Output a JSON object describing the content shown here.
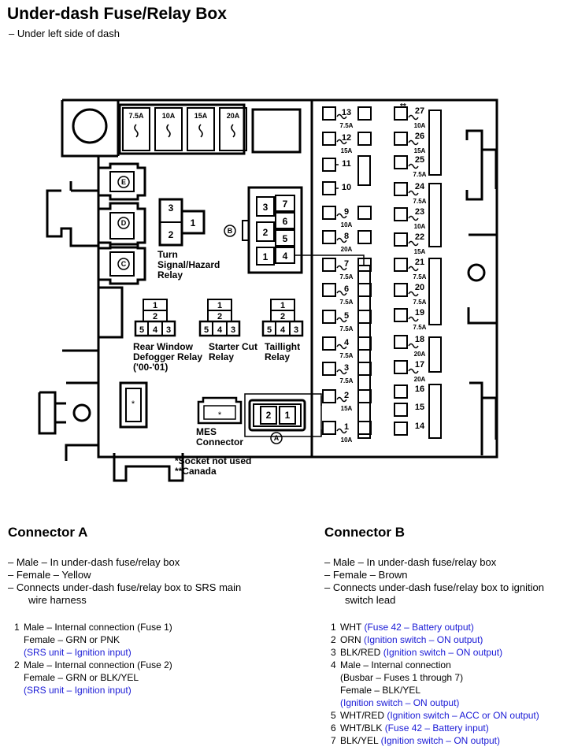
{
  "title": "Under-dash Fuse/Relay Box",
  "subtitle": "– Under left side of dash",
  "top_fuses": [
    "7.5A",
    "10A",
    "15A",
    "20A"
  ],
  "relays": {
    "turn_signal": [
      "Turn",
      "Signal/Hazard",
      "Relay"
    ],
    "rear_window": [
      "Rear Window",
      "Defogger Relay",
      "('00-'01)"
    ],
    "starter_cut": [
      "Starter Cut",
      "Relay"
    ],
    "taillight": [
      "Taillight",
      "Relay"
    ],
    "mes": [
      "MES",
      "Connector"
    ]
  },
  "markers": {
    "a": "A",
    "b": "B",
    "c": "C",
    "d": "D",
    "e": "E"
  },
  "notes": [
    "*Socket not used",
    "**Canada"
  ],
  "star": "*",
  "dstar": "**",
  "fuses_left": [
    {
      "num": "13",
      "amp": "7.5A"
    },
    {
      "num": "12",
      "amp": "15A"
    },
    {
      "num": "11",
      "amp": ""
    },
    {
      "num": "10",
      "amp": ""
    },
    {
      "num": "9",
      "amp": "10A"
    },
    {
      "num": "8",
      "amp": "20A"
    },
    {
      "num": "7",
      "amp": "7.5A"
    },
    {
      "num": "6",
      "amp": "7.5A"
    },
    {
      "num": "5",
      "amp": "7.5A"
    },
    {
      "num": "4",
      "amp": "7.5A"
    },
    {
      "num": "3",
      "amp": "7.5A"
    },
    {
      "num": "2",
      "amp": "15A"
    },
    {
      "num": "1",
      "amp": "10A"
    }
  ],
  "fuses_right": [
    {
      "num": "27",
      "amp": "10A"
    },
    {
      "num": "26",
      "amp": "15A"
    },
    {
      "num": "25",
      "amp": "7.5A"
    },
    {
      "num": "24",
      "amp": "7.5A"
    },
    {
      "num": "23",
      "amp": "10A"
    },
    {
      "num": "22",
      "amp": "15A"
    },
    {
      "num": "21",
      "amp": "7.5A"
    },
    {
      "num": "20",
      "amp": "7.5A"
    },
    {
      "num": "19",
      "amp": "7.5A"
    },
    {
      "num": "18",
      "amp": "20A"
    },
    {
      "num": "17",
      "amp": "20A"
    },
    {
      "num": "16",
      "amp": ""
    },
    {
      "num": "15",
      "amp": ""
    },
    {
      "num": "14",
      "amp": ""
    }
  ],
  "connector_a": {
    "heading": "Connector A",
    "lines": [
      "– Male – In under-dash fuse/relay box",
      "– Female – Yellow",
      "– Connects under-dash fuse/relay box to SRS main"
    ],
    "line_cont": "wire harness",
    "pins": [
      {
        "num": "1",
        "main": "Male – Internal connection (Fuse 1)",
        "female": "Female – GRN or PNK",
        "note": "(SRS unit – Ignition input)"
      },
      {
        "num": "2",
        "main": "Male – Internal connection (Fuse 2)",
        "female": "Female – GRN or BLK/YEL",
        "note": "(SRS unit – Ignition input)"
      }
    ]
  },
  "connector_b": {
    "heading": "Connector B",
    "lines": [
      "– Male – In under-dash fuse/relay box",
      "– Female – Brown",
      "– Connects under-dash fuse/relay box to ignition"
    ],
    "line_cont": "switch lead",
    "pins": [
      {
        "num": "1",
        "wire": "WHT",
        "note": "(Fuse 42 – Battery output)"
      },
      {
        "num": "2",
        "wire": "ORN",
        "note": "(Ignition switch – ON output)"
      },
      {
        "num": "3",
        "wire": "BLK/RED",
        "note": "(Ignition switch – ON output)"
      },
      {
        "num": "4",
        "wire": "Male – Internal connection",
        "sub1": "(Busbar – Fuses 1 through 7)",
        "sub2": "Female – BLK/YEL",
        "note": "(Ignition switch – ON output)"
      },
      {
        "num": "5",
        "wire": "WHT/RED",
        "note": "(Ignition switch – ACC or ON output)"
      },
      {
        "num": "6",
        "wire": "WHT/BLK",
        "note": "(Fuse 42 – Battery input)"
      },
      {
        "num": "7",
        "wire": "BLK/YEL",
        "note": "(Ignition switch – ON output)"
      }
    ]
  }
}
